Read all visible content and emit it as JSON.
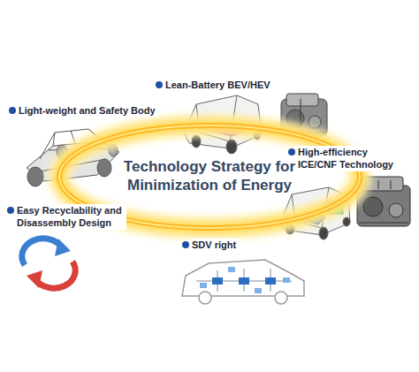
{
  "diagram": {
    "nodes": [
      {
        "text": [
          "Technology Strategy for Minimization of Energy"
        ]
      }
    ],
    "labels": [
      "Light-weight and Safety Body",
      "Lean-Battery BEV/HEV",
      "High-efficiency ICE/CNF Technology",
      "Easy Recyclability and Disassembly Design",
      "SDV right"
    ]
  }
}
